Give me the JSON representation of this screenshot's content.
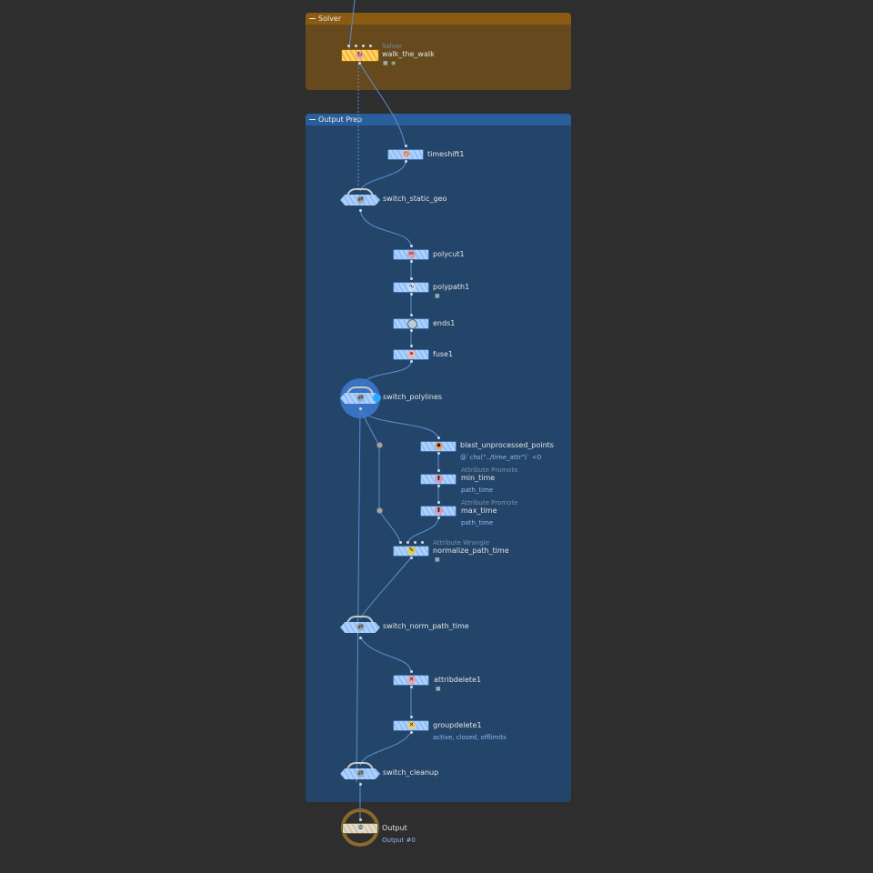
{
  "network_boxes": {
    "solver": {
      "title": "Solver",
      "color": "#664a1e"
    },
    "output_prep": {
      "title": "Output Prep",
      "color": "#24456a"
    }
  },
  "nodes": {
    "walk_the_walk": {
      "type": "Solver",
      "name": "walk_the_walk",
      "icon": "solver-icon"
    },
    "timeshift1": {
      "name": "timeshift1",
      "icon": "timeshift-icon"
    },
    "switch_static_geo": {
      "name": "switch_static_geo",
      "icon": "switch-icon"
    },
    "polycut1": {
      "name": "polycut1",
      "icon": "polycut-icon"
    },
    "polypath1": {
      "name": "polypath1",
      "icon": "polypath-icon"
    },
    "ends1": {
      "name": "ends1",
      "icon": "ends-icon"
    },
    "fuse1": {
      "name": "fuse1",
      "icon": "fuse-icon"
    },
    "switch_polylines": {
      "name": "switch_polylines",
      "icon": "switch-icon"
    },
    "blast_unprocessed_points": {
      "name": "blast_unprocessed_points",
      "param": "@`chs(\"../time_attr\")` <0",
      "icon": "blast-icon"
    },
    "min_time": {
      "type": "Attribute Promote",
      "name": "min_time",
      "param": "path_time",
      "icon": "attribpromote-icon"
    },
    "max_time": {
      "type": "Attribute Promote",
      "name": "max_time",
      "param": "path_time",
      "icon": "attribpromote-icon"
    },
    "normalize_path_time": {
      "type": "Attribute Wrangle",
      "name": "normalize_path_time",
      "icon": "wrangle-icon"
    },
    "switch_norm_path_time": {
      "name": "switch_norm_path_time",
      "icon": "switch-icon"
    },
    "attribdelete1": {
      "name": "attribdelete1",
      "icon": "attribdelete-icon"
    },
    "groupdelete1": {
      "name": "groupdelete1",
      "param": "active, closed, offlimits",
      "icon": "groupdelete-icon"
    },
    "switch_cleanup": {
      "name": "switch_cleanup",
      "icon": "switch-icon"
    },
    "output": {
      "name": "Output",
      "param": "Output #0",
      "icon": "output-icon"
    }
  },
  "colors": {
    "wire": "#5b8fd0",
    "node_blue": "#aed2ff",
    "node_solver": "#ffd36a",
    "selected": "#3d7ad0"
  }
}
